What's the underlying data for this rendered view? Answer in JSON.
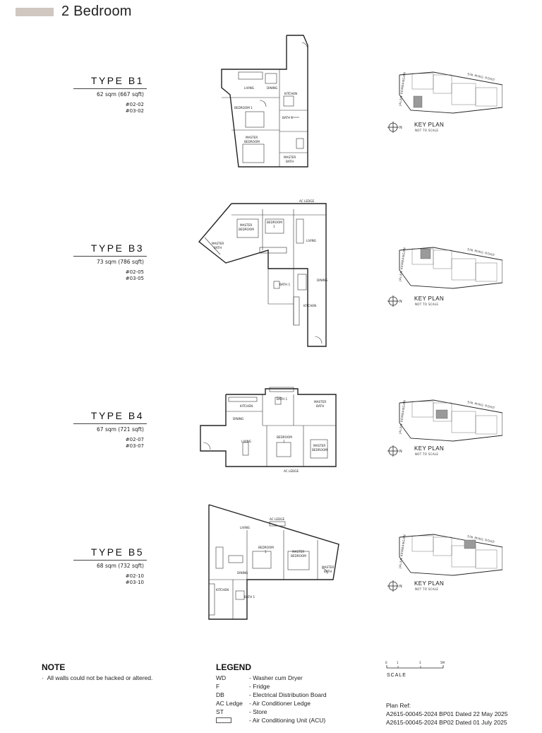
{
  "header": {
    "title": "2 Bedroom"
  },
  "units": [
    {
      "type": "TYPE B1",
      "area": "62 sqm (667 sqft)",
      "unit_numbers": [
        "#02-02",
        "#03-02"
      ]
    },
    {
      "type": "TYPE B3",
      "area": "73 sqm (786 sqft)",
      "unit_numbers": [
        "#02-05",
        "#03-05"
      ]
    },
    {
      "type": "TYPE B4",
      "area": "67 sqm (721 sqft)",
      "unit_numbers": [
        "#02-07",
        "#03-07"
      ]
    },
    {
      "type": "TYPE B5",
      "area": "68 sqm (732 sqft)",
      "unit_numbers": [
        "#02-10",
        "#03-10"
      ]
    }
  ],
  "plan_labels": {
    "b1": {
      "living": "LIVING",
      "dining": "DINING",
      "kitchen": "KITCHEN",
      "bedroom": "BEDROOM 1",
      "bath": "BATH 1",
      "master": "MASTER",
      "master2": "BEDROOM",
      "mbath": "MASTER",
      "mbath2": "BATH"
    },
    "b3": {
      "acledge": "AC LEDGE",
      "master": "MASTER",
      "master2": "BEDROOM",
      "bedroom": "BEDROOM",
      "bedroom_no": "1",
      "living": "LIVING",
      "mbath": "MASTER",
      "mbath2": "BATH",
      "bath": "BATH 1",
      "dining": "DINING",
      "kitchen": "KITCHEN"
    },
    "b4": {
      "kitchen": "KITCHEN",
      "dining": "DINING",
      "living": "LIVING",
      "bath": "BATH 1",
      "bedroom": "BEDROOM",
      "bedroom_no": "1",
      "master": "MASTER",
      "master2": "BEDROOM",
      "mbath": "MASTER",
      "mbath2": "BATH",
      "acledge": "AC LEDGE"
    },
    "b5": {
      "living": "LIVING",
      "dining": "DINING",
      "kitchen": "KITCHEN",
      "bedroom": "BEDROOM",
      "bedroom_no": "1",
      "master": "MASTER",
      "master2": "BEDROOM",
      "bath": "BATH 1",
      "mbath": "MASTER",
      "mbath2": "BATH",
      "acledge": "AC LEDGE"
    }
  },
  "keyplan": {
    "title": "KEY PLAN",
    "subtitle": "NOT TO SCALE",
    "road_main": "SIN MING ROAD",
    "road_side": "JALAN KEMBANGAN"
  },
  "note": {
    "title": "NOTE",
    "items": [
      "All walls could not be hacked or altered."
    ]
  },
  "legend": {
    "title": "LEGEND",
    "items": [
      {
        "abbr": "WD",
        "desc": "- Washer cum Dryer"
      },
      {
        "abbr": "F",
        "desc": "- Fridge"
      },
      {
        "abbr": "DB",
        "desc": "- Electrical Distribution Board"
      },
      {
        "abbr": "AC Ledge",
        "desc": "- Air Conditioner Ledge"
      },
      {
        "abbr": "ST",
        "desc": "- Store"
      },
      {
        "abbr": "",
        "desc": "- Air Conditioning Unit (ACU)"
      }
    ]
  },
  "scale": {
    "label": "SCALE",
    "ticks": [
      "0",
      "1",
      "3",
      "5M"
    ]
  },
  "plan_ref": {
    "title": "Plan Ref:",
    "lines": [
      "A2615-00045-2024 BP01 Dated 22 May 2025",
      "A2615-00045-2024 BP02 Dated 01 July 2025"
    ]
  }
}
